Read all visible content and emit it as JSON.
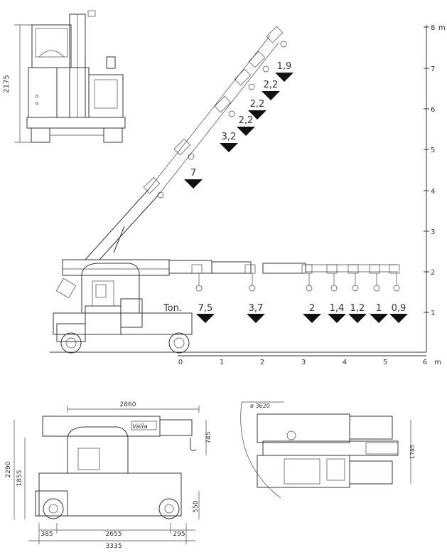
{
  "units": {
    "meters": "m"
  },
  "y_axis_ticks": [
    "8",
    "7",
    "6",
    "5",
    "4",
    "3",
    "2",
    "1"
  ],
  "x_axis_ticks": [
    "0",
    "1",
    "2",
    "3",
    "4",
    "5",
    "6"
  ],
  "ton_label": "Ton.",
  "loads_horizontal": [
    "7,5",
    "3,7",
    "2",
    "1,4",
    "1,2",
    "1",
    "0,9"
  ],
  "loads_inclined": [
    "7",
    "3,2",
    "2,2",
    "2,2",
    "2,2",
    "1,9"
  ],
  "dimensions": {
    "front_height": "2175",
    "overall_length": "2860",
    "jib_drop": "745",
    "total_height": "2290",
    "body_height": "1855",
    "chassis_height": "550",
    "rear_overhang": "385",
    "wheelbase": "2655",
    "front_overhang": "295",
    "total_length": "3335",
    "turning_radius": "ø 3620",
    "track_width": "1785"
  },
  "logo_text": "Valla",
  "colors": {
    "line": "#333333",
    "marker": "#111111"
  }
}
